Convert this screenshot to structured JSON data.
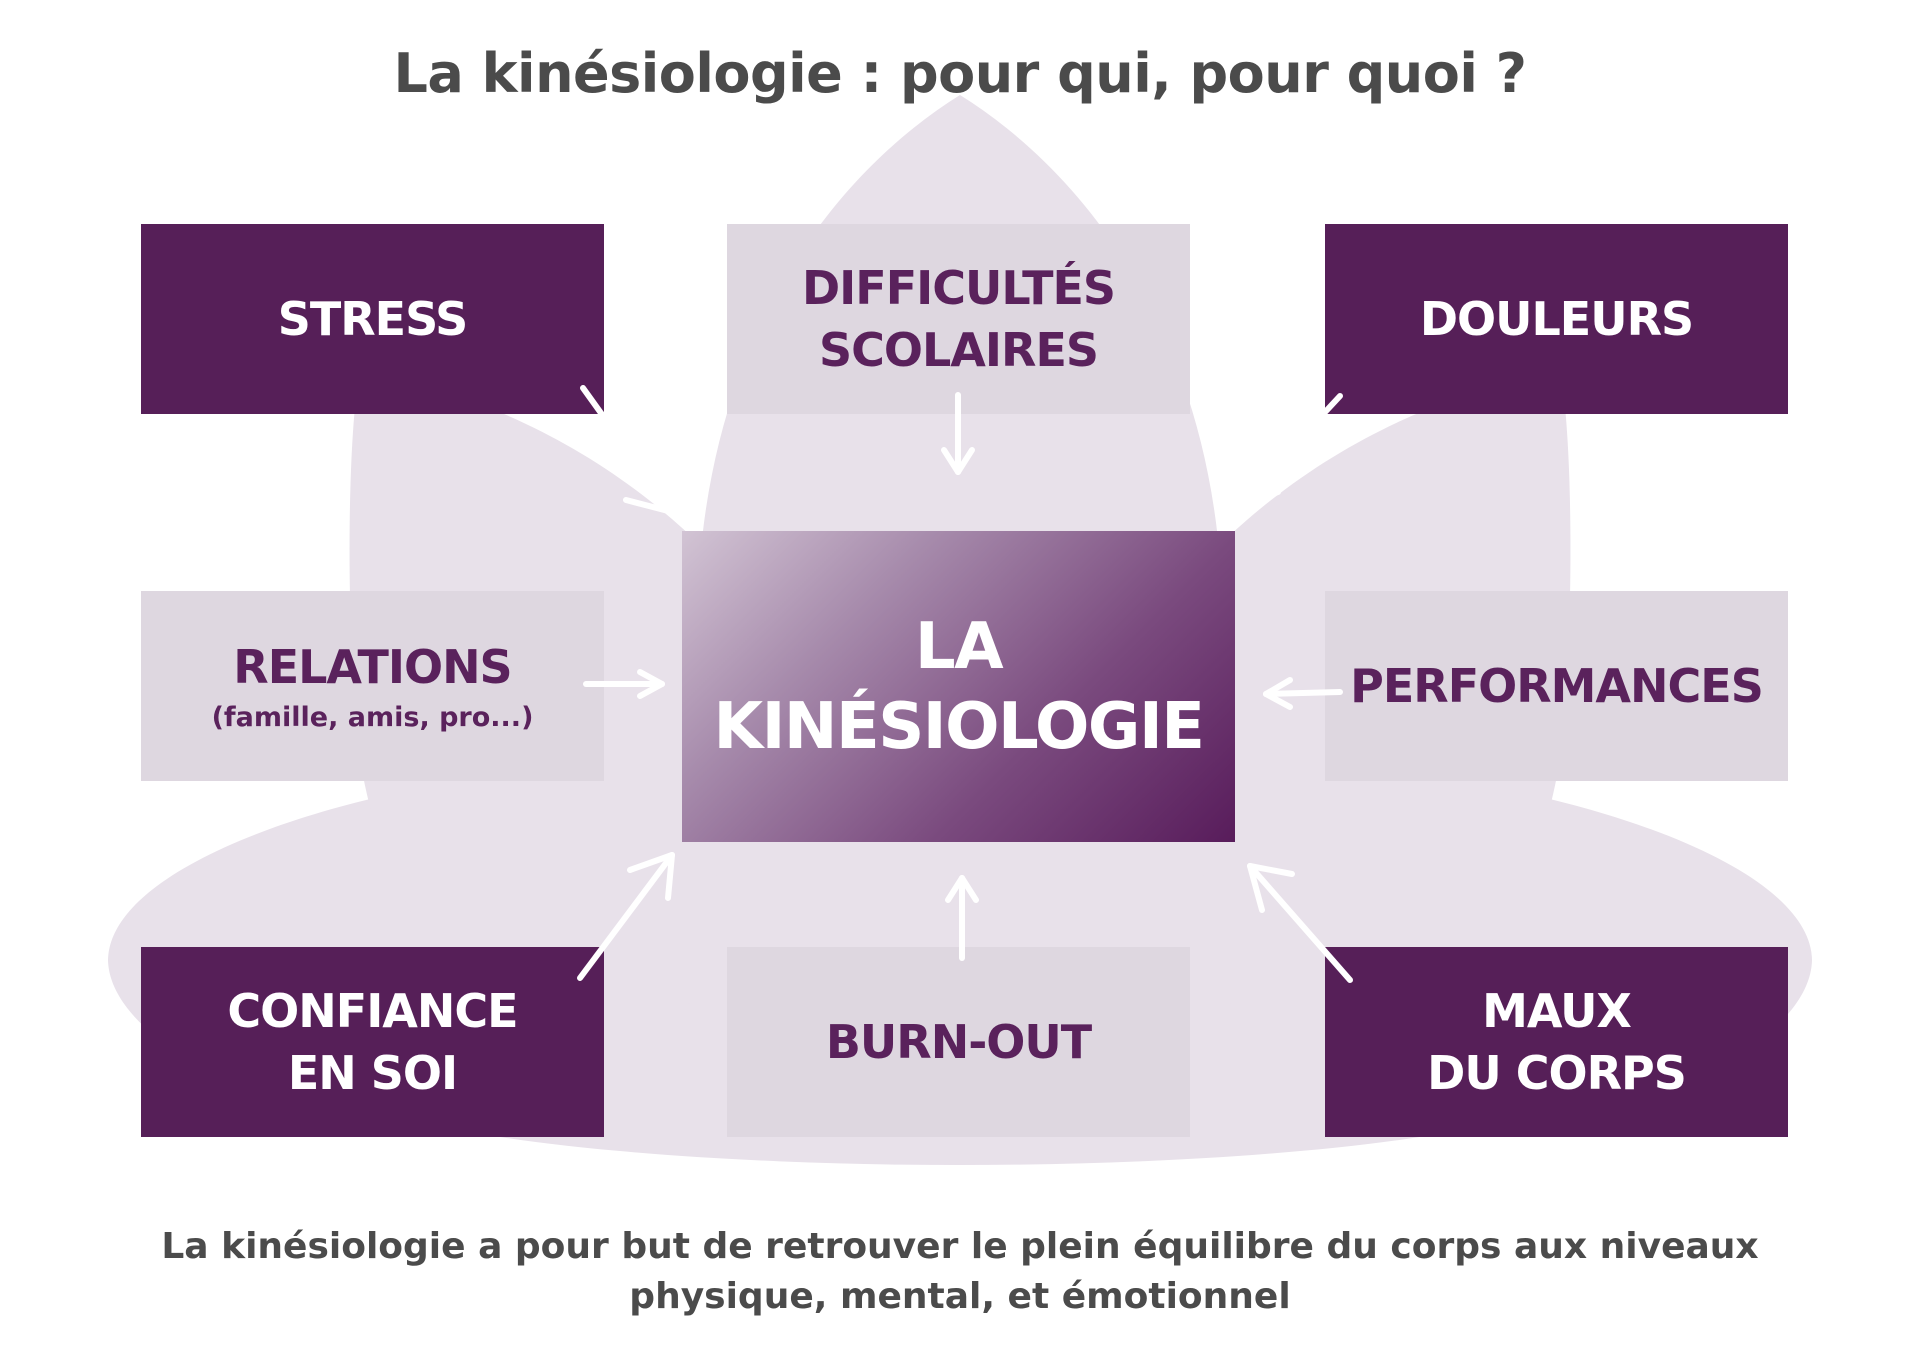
{
  "title": "La kinésiologie : pour qui, pour quoi ?",
  "center": {
    "line1": "LA",
    "line2": "KINÉSIOLOGIE"
  },
  "boxes": {
    "stress": {
      "label": "STRESS"
    },
    "difficultes": {
      "line1": "DIFFICULTÉS",
      "line2": "SCOLAIRES"
    },
    "douleurs": {
      "label": "DOULEURS"
    },
    "relations": {
      "label": "RELATIONS",
      "sub": "(famille, amis, pro...)"
    },
    "performances": {
      "label": "PERFORMANCES"
    },
    "confiance": {
      "line1": "CONFIANCE",
      "line2": "EN SOI"
    },
    "burnout": {
      "label": "BURN-OUT"
    },
    "maux": {
      "line1": "MAUX",
      "line2": "DU CORPS"
    }
  },
  "footer": {
    "line1": "La kinésiologie a pour but de retrouver le plein équilibre du corps aux niveaux",
    "line2": "physique, mental, et émotionnel"
  },
  "colors": {
    "dark_purple": "#561f58",
    "light_mauve": "#ded7e0",
    "lotus": "#e8e1ea",
    "text_gray": "#4b4b4b",
    "arrow": "#ffffff"
  }
}
